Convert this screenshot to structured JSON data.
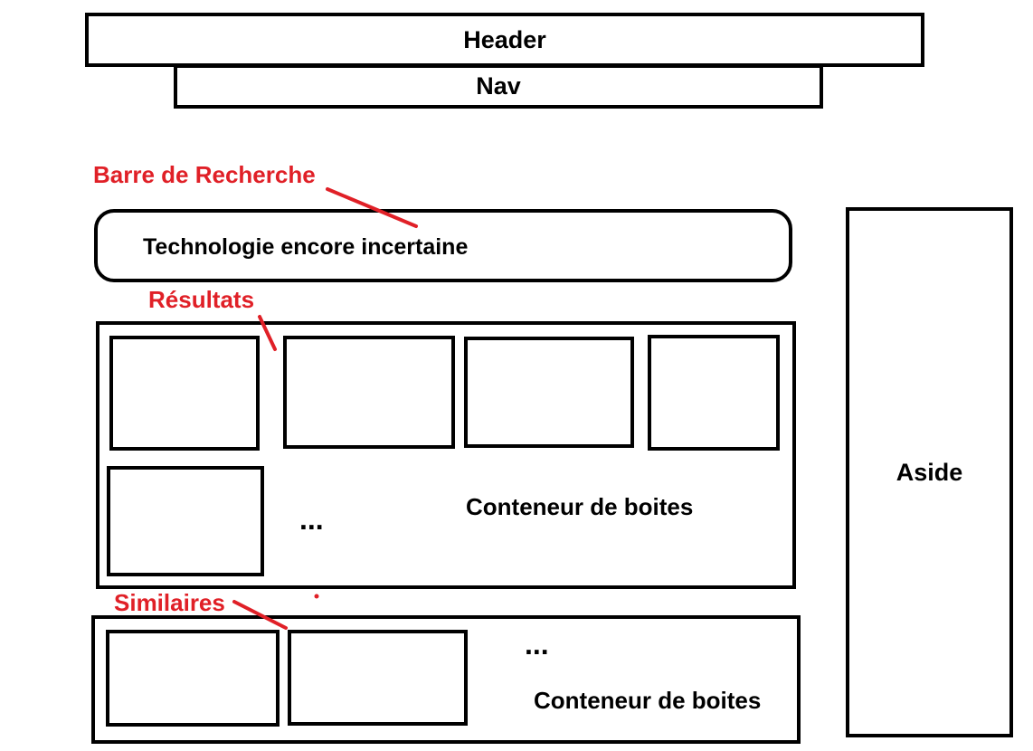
{
  "header": {
    "label": "Header"
  },
  "nav": {
    "label": "Nav"
  },
  "search": {
    "annotation": "Barre de Recherche",
    "text": "Technologie encore incertaine"
  },
  "results": {
    "annotation": "Résultats",
    "ellipsis": "...",
    "container_label": "Conteneur de boites"
  },
  "similar": {
    "annotation": "Similaires",
    "ellipsis": "...",
    "container_label": "Conteneur de boites"
  },
  "aside": {
    "label": "Aside"
  },
  "colors": {
    "annotation": "#e02027",
    "stroke": "#000000"
  }
}
